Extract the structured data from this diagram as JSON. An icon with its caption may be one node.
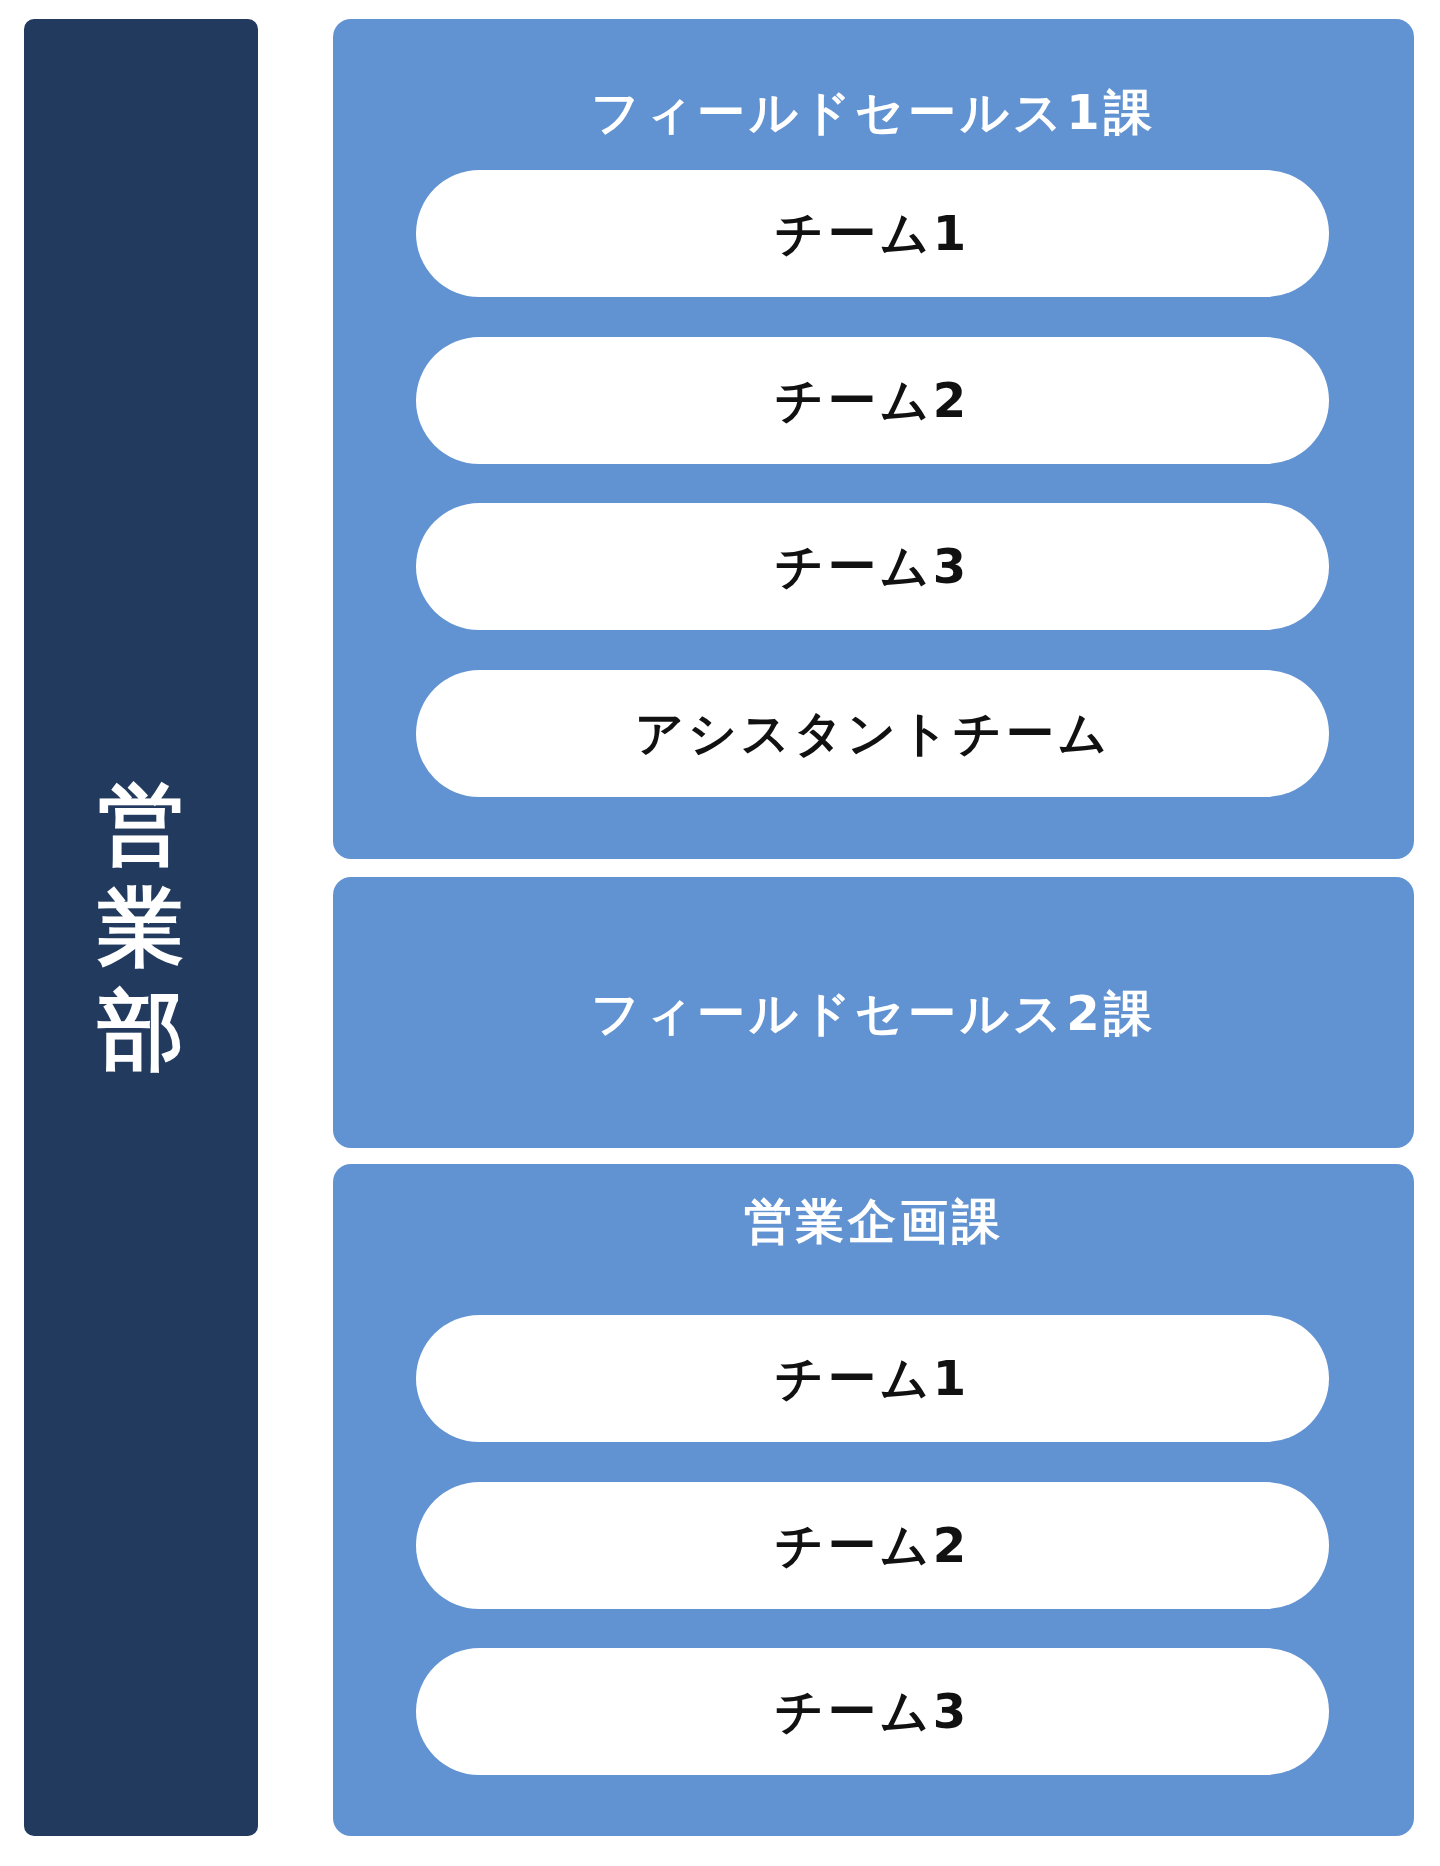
{
  "diagram": {
    "nodes": [
      {
        "text": [
          "営業部"
        ]
      },
      {
        "text": [
          "フィールドセールス1課"
        ]
      },
      {
        "text": [
          "チーム1"
        ],
        "in": 1
      },
      {
        "text": [
          "チーム2"
        ],
        "in": 1
      },
      {
        "text": [
          "チーム3"
        ],
        "in": 1
      },
      {
        "text": [
          "アシスタントチーム"
        ],
        "in": 1
      },
      {
        "text": [
          "フィールドセールス2課"
        ]
      },
      {
        "text": [
          "営業企画課"
        ]
      },
      {
        "text": [
          "チーム1"
        ],
        "in": 7
      },
      {
        "text": [
          "チーム2"
        ],
        "in": 7
      },
      {
        "text": [
          "チーム3"
        ],
        "in": 7
      }
    ]
  }
}
